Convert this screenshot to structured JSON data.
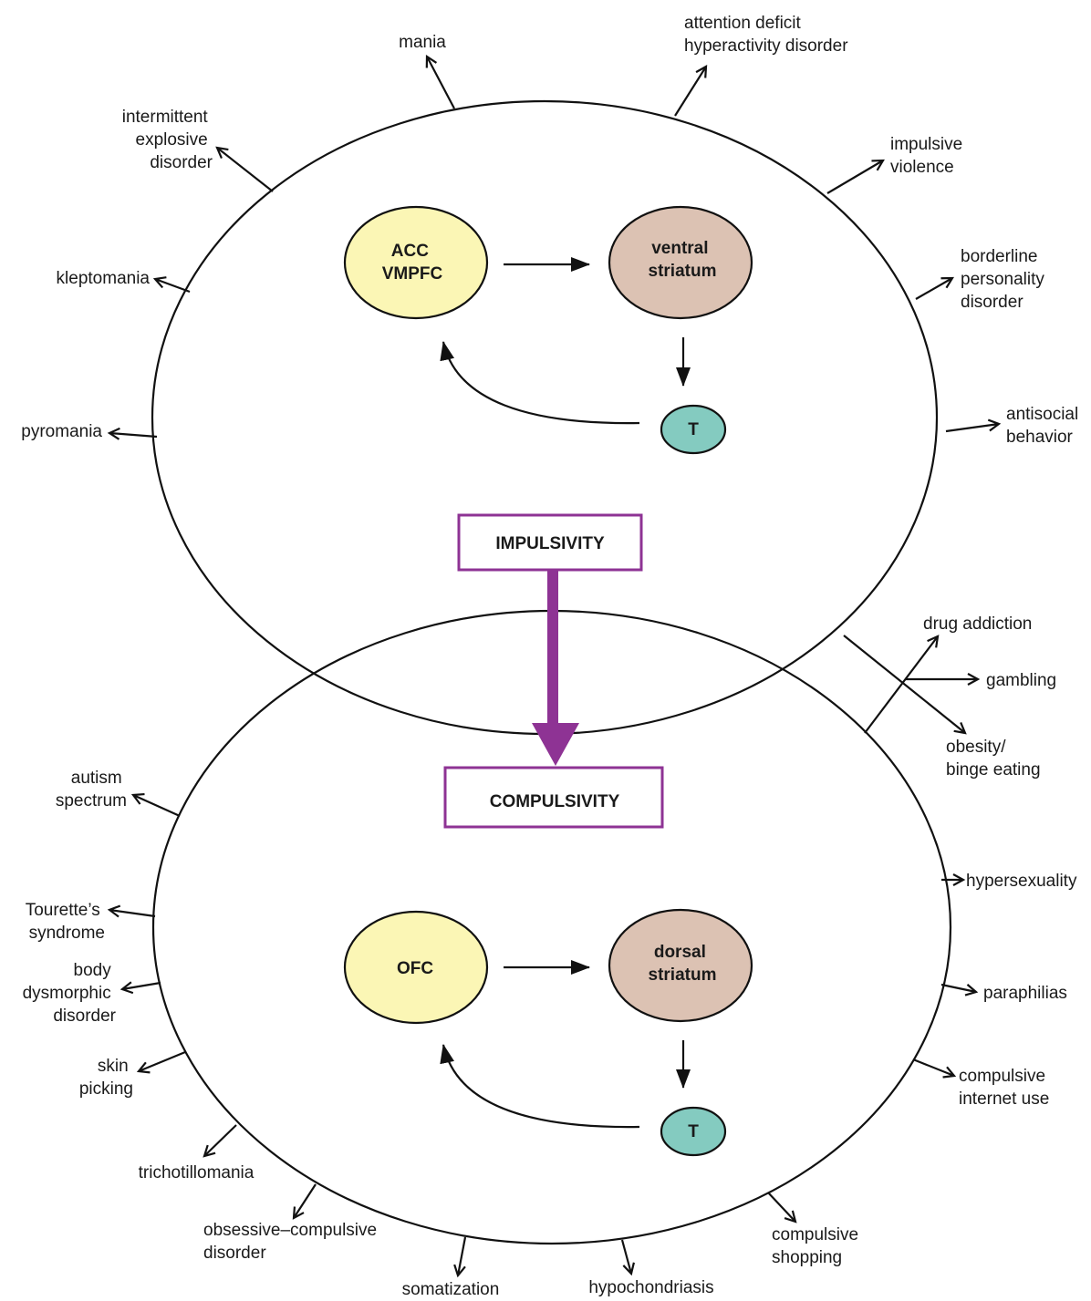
{
  "colors": {
    "prefrontal": "#fbf6b5",
    "striatum": "#dcc2b3",
    "thalamus": "#84cbc0",
    "accent": "#8e3394",
    "line": "#111111"
  },
  "impulsivity": {
    "label": "IMPULSIVITY",
    "nodes": {
      "prefrontal": [
        "ACC",
        "VMPFC"
      ],
      "striatum": [
        "ventral",
        "striatum"
      ],
      "thalamus": "T"
    },
    "disorders": {
      "mania": [
        "mania"
      ],
      "adhd": [
        "attention deficit",
        "hyperactivity disorder"
      ],
      "intermittent_explosive": [
        "intermittent",
        "explosive",
        "disorder"
      ],
      "impulsive_violence": [
        "impulsive",
        "violence"
      ],
      "kleptomania": [
        "kleptomania"
      ],
      "borderline": [
        "borderline",
        "personality",
        "disorder"
      ],
      "pyromania": [
        "pyromania"
      ],
      "antisocial": [
        "antisocial",
        "behavior"
      ]
    }
  },
  "compulsivity": {
    "label": "COMPULSIVITY",
    "nodes": {
      "prefrontal": [
        "OFC"
      ],
      "striatum": [
        "dorsal",
        "striatum"
      ],
      "thalamus": "T"
    },
    "disorders": {
      "autism": [
        "autism",
        "spectrum"
      ],
      "tourettes": [
        "Tourette’s",
        "syndrome"
      ],
      "hypersexuality": [
        "hypersexuality"
      ],
      "body_dysmorphic": [
        "body",
        "dysmorphic",
        "disorder"
      ],
      "paraphilias": [
        "paraphilias"
      ],
      "skin_picking": [
        "skin",
        "picking"
      ],
      "compulsive_internet": [
        "compulsive",
        "internet use"
      ],
      "trichotillomania": [
        "trichotillomania"
      ],
      "ocd": [
        "obsessive–compulsive",
        "disorder"
      ],
      "compulsive_shopping": [
        "compulsive",
        "shopping"
      ],
      "somatization": [
        "somatization"
      ],
      "hypochondriasis": [
        "hypochondriasis"
      ]
    }
  },
  "shared": {
    "drug_addiction": [
      "drug addiction"
    ],
    "gambling": [
      "gambling"
    ],
    "obesity": [
      "obesity/",
      "binge eating"
    ]
  }
}
